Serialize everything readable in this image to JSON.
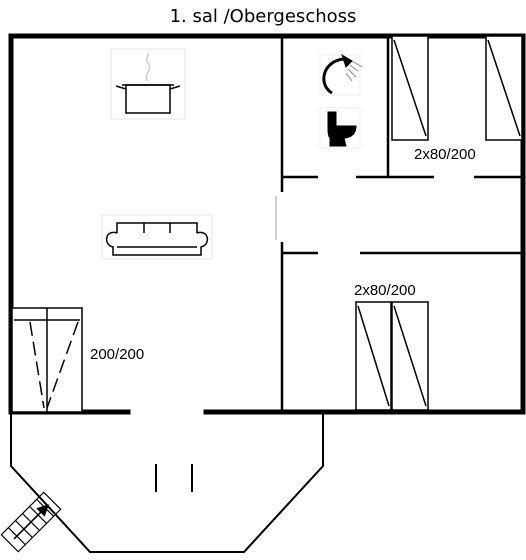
{
  "title": "1. sal /Obergeschoss",
  "rooms": {
    "living": {
      "bed_label": "200/200"
    },
    "bedroom_upper_right": {
      "bed_label": "2x80/200"
    },
    "bedroom_lower_right": {
      "bed_label": "2x80/200"
    }
  },
  "icons": {
    "kitchen": "cooking-pot-icon",
    "living": "sofa-icon",
    "shower": "shower-icon",
    "toilet": "toilet-icon",
    "stairs": "stairs-icon"
  },
  "colors": {
    "wall": "#000000",
    "background": "#ffffff"
  }
}
